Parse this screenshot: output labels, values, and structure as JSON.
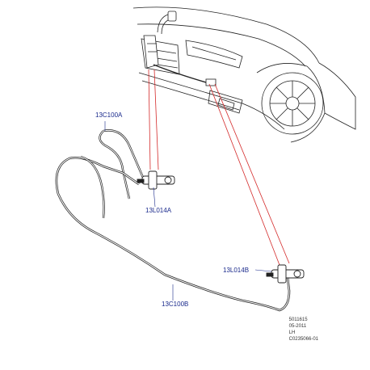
{
  "callouts": {
    "hose_upper": "13C100A",
    "jet_left": "13L014A",
    "jet_right": "13L014B",
    "hose_lower": "13C100B"
  },
  "footer": {
    "line1": "5011615",
    "line2": "05-2011",
    "line3": "LH",
    "line4": "C0235066-01"
  },
  "colors": {
    "leader_red": "#d42a2a",
    "callout_blue": "#1a2a8c",
    "line_art": "#222222"
  }
}
